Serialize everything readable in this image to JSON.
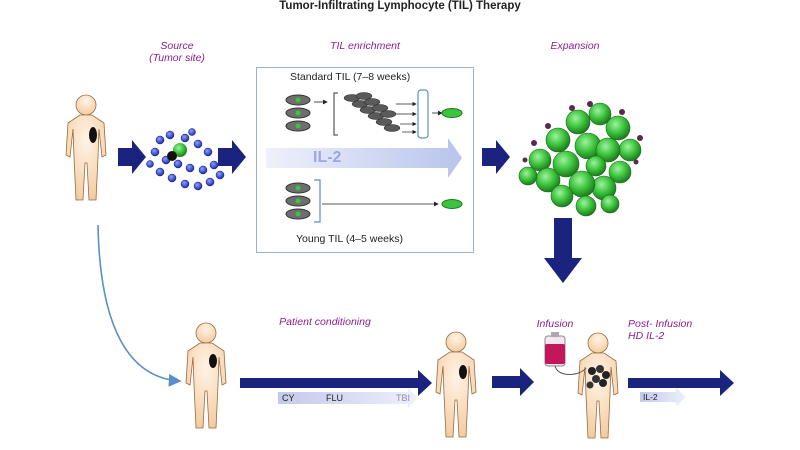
{
  "title": "Tumor-Infiltrating Lymphocyte (TIL) Therapy",
  "labels": {
    "source": "Source",
    "source_sub": "(Tumor site)",
    "til_enrichment": "TIL enrichment",
    "expansion": "Expansion",
    "standard_til": "Standard TIL (7–8 weeks)",
    "young_til": "Young TIL (4–5  weeks)",
    "il2_arrow": "IL-2",
    "patient_conditioning": "Patient conditioning",
    "infusion": "Infusion",
    "post_infusion_line1": "Post- Infusion",
    "post_infusion_line2": "HD IL-2",
    "cy": "CY",
    "flu": "FLU",
    "tbi": "TBI",
    "il2_small": "IL-2"
  },
  "colors": {
    "navy_arrow": "#1a237e",
    "purple_text": "#8b1f8e",
    "cell_green": "#3cc43c",
    "tumor_blue": "#2a3fd6",
    "box_border": "#9bb3cc",
    "il2_band": "#c8d2f0"
  }
}
